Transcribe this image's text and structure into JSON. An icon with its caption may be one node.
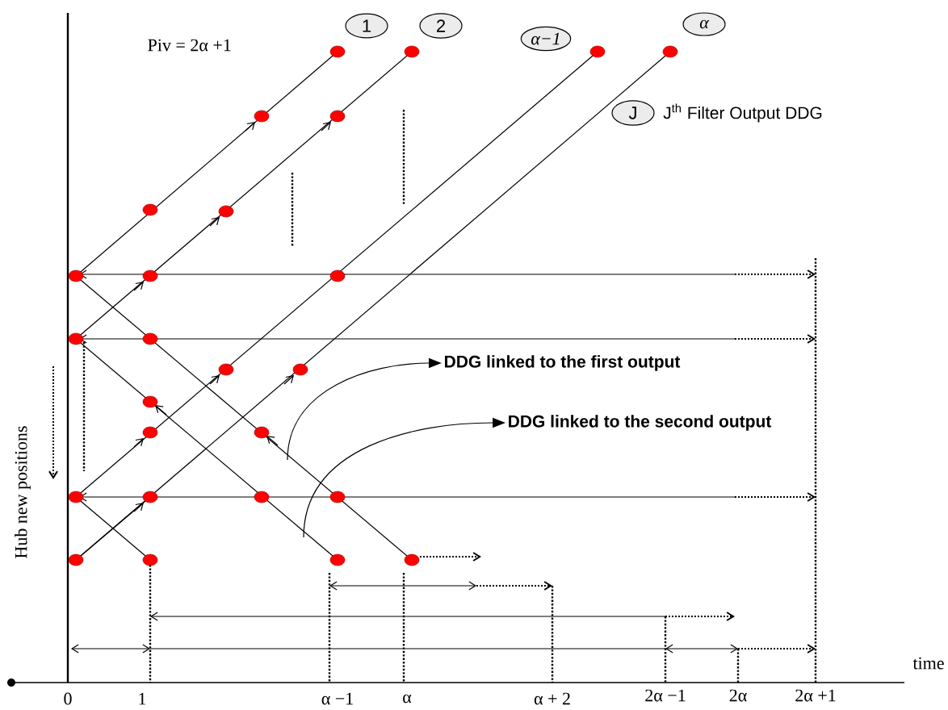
{
  "diagram": {
    "nodes": [
      {
        "text": [
          "1"
        ]
      },
      {
        "text": [
          "2"
        ]
      },
      {
        "text": [
          "α−1"
        ]
      },
      {
        "text": [
          "α"
        ]
      },
      {
        "text": [
          "J"
        ],
        "beside": [
          "J$^{th}$ Filter Output DDG"
        ]
      },
      {
        "text": [
          "DDG linked to the first output"
        ]
      },
      {
        "text": [
          "DDG linked to the second output"
        ]
      }
    ],
    "edges": [
      {
        "from": null,
        "to": 5,
        "arrow": "to"
      },
      {
        "from": null,
        "to": 6,
        "arrow": "to"
      }
    ],
    "labels": [
      "Piv = 2α +1",
      "Hub new positions",
      "time",
      "0",
      "1",
      "α −1",
      "α",
      "α + 2",
      "2α −1",
      "2α",
      "2α +1"
    ]
  }
}
